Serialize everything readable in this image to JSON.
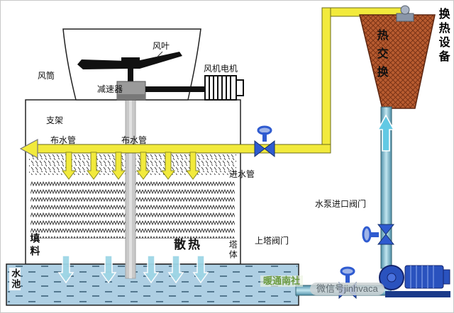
{
  "diagram": {
    "tower": {
      "fan_blade": "风叶",
      "fan_duct": "风筒",
      "fan_motor": "风机电机",
      "reducer": "减速器",
      "support": "支架",
      "dist_pipe_left": "布水管",
      "dist_pipe_right": "布水管",
      "fill": "填料",
      "heat_dissipation": "散热",
      "tower_body": "塔体",
      "pool": "水池"
    },
    "pipes": {
      "inlet_pipe": "进水管",
      "upper_tower_valve": "上塔阀门",
      "pump_inlet_valve": "水泵进口阀门"
    },
    "exchanger": {
      "heat_exchange": "热交换",
      "equipment": "换热设备"
    },
    "watermarks": {
      "brand": "暖通南社",
      "wechat": "微信号jinhvaca"
    },
    "colors": {
      "hot_pipe": "#f2ea3c",
      "cold_pipe": "#8fc3d6",
      "exchanger": "#b85c30",
      "pump": "#2a52be",
      "pool": "#aecfe3",
      "valve": "#2f5bd0"
    }
  }
}
